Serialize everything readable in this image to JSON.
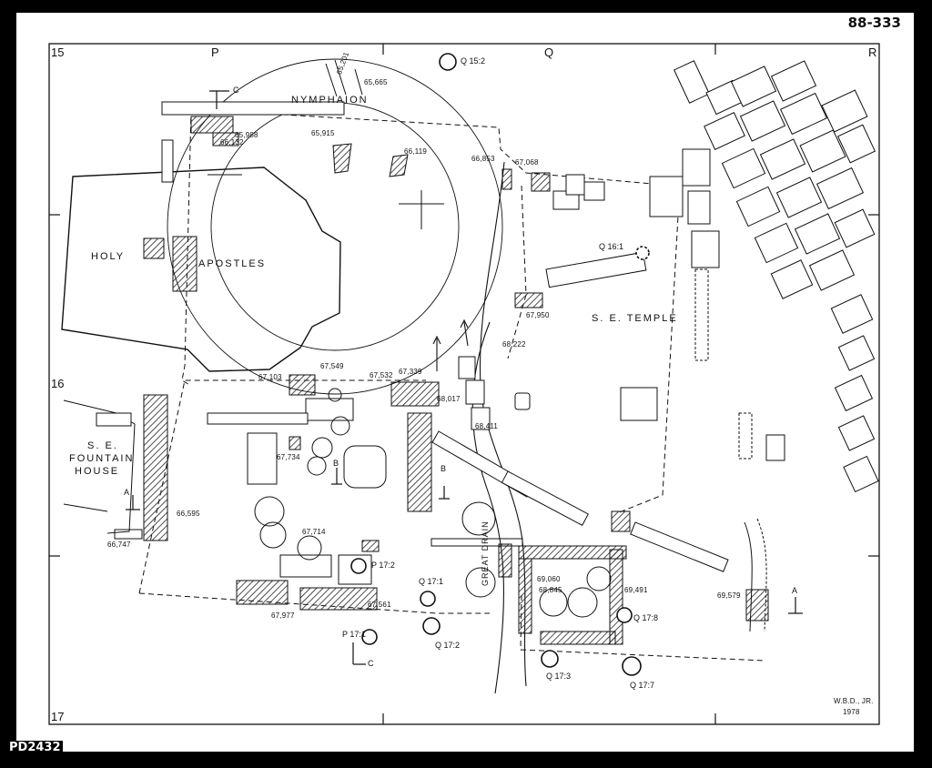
{
  "sheet": {
    "plate_number": "88-333",
    "negative_number": "PD2432",
    "author": "W.B.D., JR.",
    "year": "1978"
  },
  "grid": {
    "columns": [
      "P",
      "Q",
      "R"
    ],
    "rows": [
      "15",
      "16",
      "17"
    ]
  },
  "places": {
    "nymphaion": "NYMPHAION",
    "holy": "HOLY",
    "apostles": "APOSTLES",
    "se_temple": "S. E. TEMPLE",
    "fountain_line1": "S. E.",
    "fountain_line2": "FOUNTAIN",
    "fountain_line3": "HOUSE",
    "great_drain": "GREAT DRAIN"
  },
  "section_marks": {
    "a": "A",
    "b": "B",
    "c": "C"
  },
  "inventory": [
    "65,201",
    "65,665",
    "65,988",
    "66,132",
    "65,915",
    "66,119",
    "66,853",
    "67,068",
    "67,950",
    "68,222",
    "67,549",
    "67,532",
    "67,339",
    "67,103",
    "68,017",
    "68,411",
    "67,734",
    "67,714",
    "66,595",
    "66,747",
    "67,561",
    "67,977",
    "68,845",
    "69,060",
    "69,491",
    "69,579"
  ],
  "wells": [
    "Q 15:2",
    "Q 16:1",
    "P 17:2",
    "Q 17:1",
    "P 17:1",
    "Q 17:2",
    "Q 17:3",
    "Q 17:7",
    "Q 17:8"
  ],
  "icons": {
    "north_arrow": "arrow-icon",
    "well": "well-circle-icon"
  }
}
